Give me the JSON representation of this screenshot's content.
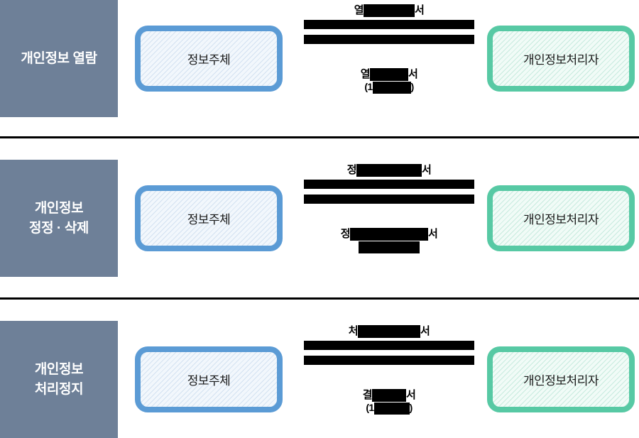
{
  "page": {
    "title": "개인정보 권리 행사 절차도",
    "background_color": "#ffffff"
  },
  "colors": {
    "category_block": "#6E8098",
    "category_text": "#ffffff",
    "subject_border": "#5B9BD5",
    "subject_fill": "#F2F7FC",
    "controller_border": "#57C9A4",
    "controller_fill": "#F1FBF7",
    "divider": "#000000",
    "redaction": "#000000"
  },
  "rows": [
    {
      "category": "개인정보 열람",
      "left_actor": "정보주체",
      "right_actor": "개인정보처리자",
      "flow_top": {
        "prefix": "열",
        "redacted": true,
        "suffix": "서"
      },
      "flow_bottom": {
        "prefix": "열",
        "redacted": true,
        "suffix": "서",
        "sub_prefix": "(1",
        "sub_redacted": true,
        "sub_suffix": ")"
      }
    },
    {
      "category": "개인정보\n정정 · 삭제",
      "left_actor": "정보주체",
      "right_actor": "개인정보처리자",
      "flow_top": {
        "prefix": "정",
        "redacted": true,
        "suffix": "서"
      },
      "flow_bottom": {
        "prefix": "정",
        "redacted": true,
        "suffix": "서",
        "sub_prefix": "",
        "sub_redacted": true,
        "sub_suffix": ""
      }
    },
    {
      "category": "개인정보\n처리정지",
      "left_actor": "정보주체",
      "right_actor": "개인정보처리자",
      "flow_top": {
        "prefix": "처",
        "redacted": true,
        "suffix": "서"
      },
      "flow_bottom": {
        "prefix": "결",
        "redacted": true,
        "suffix": "서",
        "sub_prefix": "(1",
        "sub_redacted": true,
        "sub_suffix": ")"
      }
    }
  ],
  "dividers": 2
}
